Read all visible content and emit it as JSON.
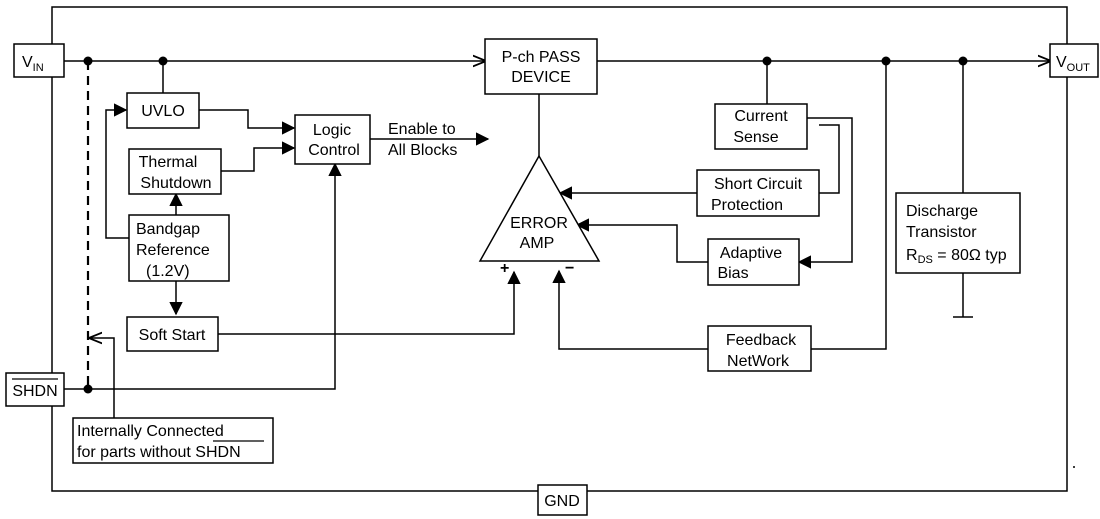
{
  "pins": {
    "vin": {
      "main": "V",
      "sub": "IN"
    },
    "vout": {
      "main": "V",
      "sub": "OUT"
    },
    "shdn": "SHDN",
    "gnd": "GND"
  },
  "blocks": {
    "pass_device": [
      "P-ch PASS",
      "DEVICE"
    ],
    "uvlo": "UVLO",
    "logic_control": [
      "Logic",
      "Control"
    ],
    "enable_label": [
      "Enable to",
      "All Blocks"
    ],
    "thermal_shutdown": [
      "Thermal",
      "Shutdown"
    ],
    "bandgap_reference": [
      "Bandgap",
      "Reference",
      "(1.2V)"
    ],
    "soft_start": "Soft Start",
    "current_sense": [
      "Current",
      "Sense"
    ],
    "short_circuit": [
      "Short Circuit",
      "Protection"
    ],
    "error_amp": [
      "ERROR",
      "AMP"
    ],
    "error_amp_plus": "+",
    "error_amp_minus": "−",
    "adaptive_bias": [
      "Adaptive",
      "Bias"
    ],
    "feedback_network": [
      "Feedback",
      "NetWork"
    ],
    "discharge": {
      "line1": "Discharge",
      "line2": "Transistor",
      "r_main": "R",
      "r_sub": "DS",
      "r_value": " = 80Ω typ"
    },
    "internal_note": {
      "line1": "Internally Connected",
      "line2_prefix": "for parts without ",
      "line2_overbar": "SHDN"
    }
  }
}
